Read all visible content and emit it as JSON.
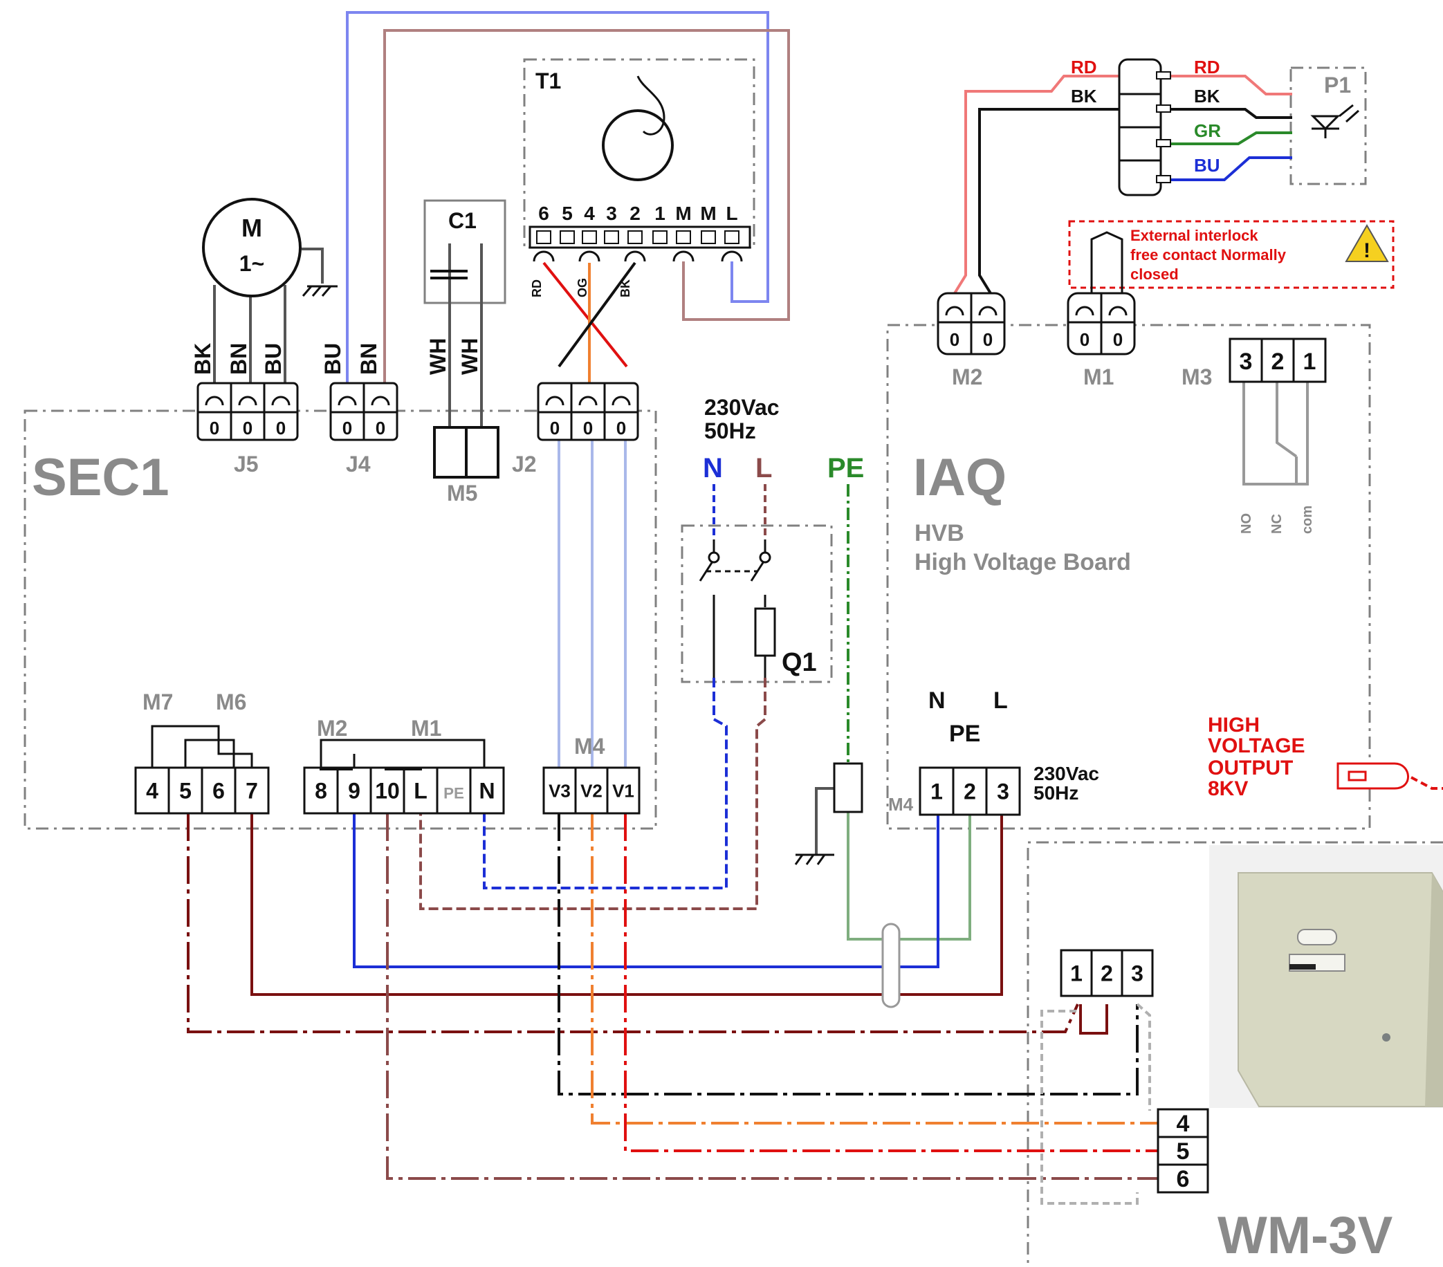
{
  "colors": {
    "black": "#111111",
    "brown": "#8b4a4a",
    "dark_red": "#7a1010",
    "blue": "#1c2fd6",
    "light_blue": "#a9b8ea",
    "pale_blue": "#7d86f0",
    "red": "#e01010",
    "orange": "#f08030",
    "green": "#2a8a2a",
    "light_green": "#7fae7f",
    "salmon": "#f07878",
    "grey": "#8a8a8a"
  },
  "boards": {
    "sec1": "SEC1",
    "iaq": "IAQ",
    "iaq_sub1": "HVB",
    "iaq_sub2": "High Voltage Board",
    "wm": "WM-3V"
  },
  "components": {
    "motor": "M",
    "motor_sub": "1~",
    "t1": "T1",
    "c1": "C1",
    "q1": "Q1",
    "p1": "P1"
  },
  "connectors": {
    "j5": "J5",
    "j4": "J4",
    "j2": "J2",
    "m5": "M5",
    "m7": "M7",
    "m6": "M6",
    "sec_m2": "M2",
    "sec_m1": "M1",
    "sec_m4": "M4",
    "iaq_m2": "M2",
    "iaq_m1": "M1",
    "iaq_m3": "M3",
    "iaq_m4": "M4"
  },
  "wire_labels": {
    "j5": [
      "BK",
      "BN",
      "BU"
    ],
    "j4": [
      "BU",
      "BN"
    ],
    "c1": [
      "WH",
      "WH"
    ],
    "t1_out": [
      "RD",
      "OG",
      "BK"
    ],
    "p1_left": [
      "RD",
      "BK"
    ],
    "p1_right": [
      "RD",
      "BK",
      "GR",
      "BU"
    ]
  },
  "terminals": {
    "t1": [
      "6",
      "5",
      "4",
      "3",
      "2",
      "1",
      "M",
      "M",
      "L"
    ],
    "m7m6": [
      "4",
      "5",
      "6",
      "7"
    ],
    "m2m1": [
      "8",
      "9",
      "10",
      "L",
      "PE",
      "N"
    ],
    "m4_sec": [
      "V3",
      "V2",
      "V1"
    ],
    "m3_iaq": [
      "3",
      "2",
      "1"
    ],
    "m3_contacts": [
      "NO",
      "NC",
      "com"
    ],
    "m4_iaq": [
      "1",
      "2",
      "3"
    ],
    "wm_top": [
      "1",
      "2",
      "3"
    ],
    "wm_side": [
      "4",
      "5",
      "6"
    ],
    "j_zero": "0"
  },
  "power": {
    "supply": "230Vac",
    "freq": "50Hz",
    "n": "N",
    "l": "L",
    "pe": "PE"
  },
  "interlock": {
    "line1": "External interlock",
    "line2": "free contact Normally",
    "line3": "closed"
  },
  "hv_output": {
    "line1": "HIGH",
    "line2": "VOLTAGE",
    "line3": "OUTPUT",
    "line4": "8KV"
  }
}
